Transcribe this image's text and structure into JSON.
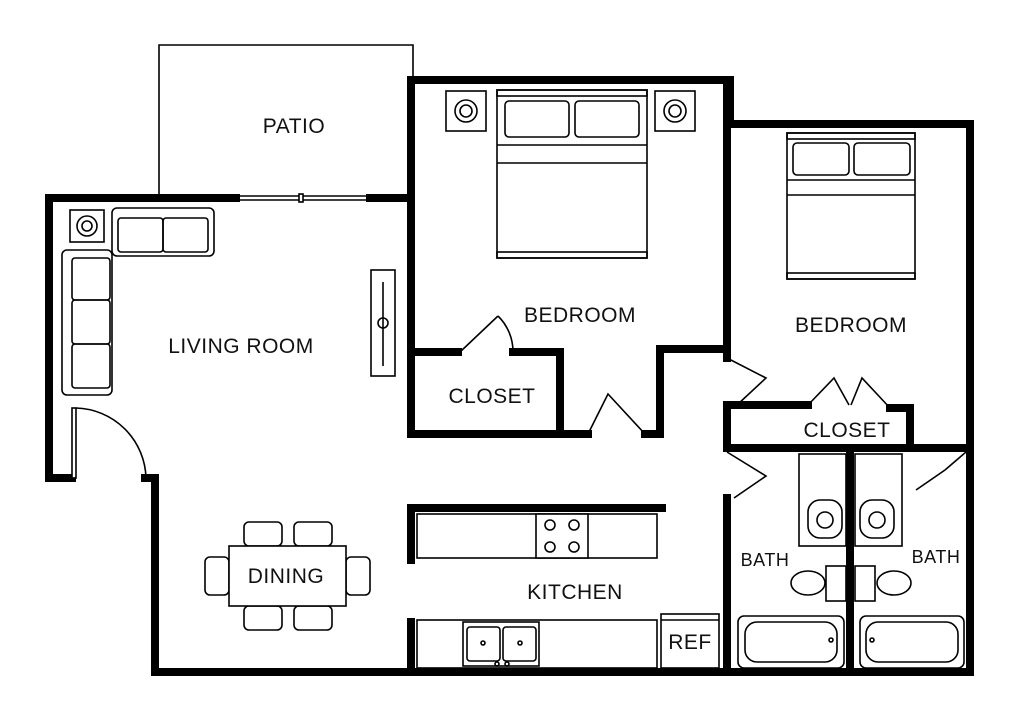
{
  "rooms": {
    "patio": "PATIO",
    "living_room": "LIVING ROOM",
    "bedroom_1": "BEDROOM",
    "closet_1": "CLOSET",
    "bedroom_2": "BEDROOM",
    "closet_2": "CLOSET",
    "dining": "DINING",
    "kitchen": "KITCHEN",
    "ref": "REF",
    "bath_1": "BATH",
    "bath_2": "BATH"
  }
}
